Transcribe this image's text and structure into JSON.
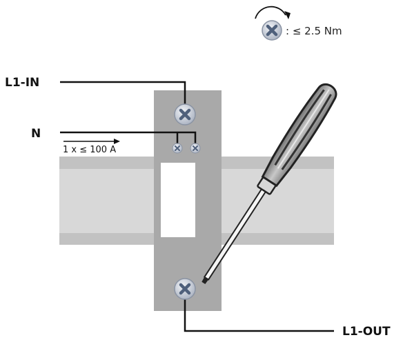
{
  "labels": {
    "l1_in": "L1-IN",
    "neutral": "N",
    "l1_out": "L1-OUT",
    "current_rating": "1 x  ≤ 100 A",
    "torque": ": ≤ 2.5 Nm"
  },
  "icons": {
    "terminal_screw": "terminal-screw-icon",
    "tightening_arrow": "clockwise-arrow-icon",
    "tool": "screwdriver-icon"
  },
  "colors": {
    "din_rail": "#d8d8d8",
    "rail_stripe": "#b9b9b9",
    "housing": "#a8a8a8",
    "screw_fill": "#cfd4dd",
    "screw_x": "#5a6b86",
    "wire": "#111111"
  }
}
